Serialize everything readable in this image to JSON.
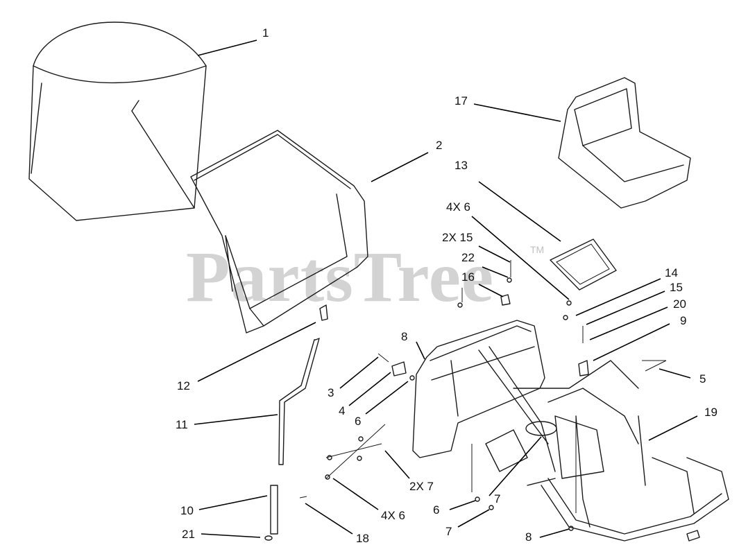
{
  "watermark": {
    "text": "PartsTree",
    "tm": "TM"
  },
  "callouts": [
    {
      "id": "c1",
      "text": "1"
    },
    {
      "id": "c2",
      "text": "2"
    },
    {
      "id": "c17",
      "text": "17"
    },
    {
      "id": "c13",
      "text": "13"
    },
    {
      "id": "c4x6a",
      "text": "4X 6"
    },
    {
      "id": "c2x15",
      "text": "2X 15"
    },
    {
      "id": "c22",
      "text": "22"
    },
    {
      "id": "c16",
      "text": "16"
    },
    {
      "id": "c14",
      "text": "14"
    },
    {
      "id": "c15",
      "text": "15"
    },
    {
      "id": "c20",
      "text": "20"
    },
    {
      "id": "c9",
      "text": "9"
    },
    {
      "id": "c8a",
      "text": "8"
    },
    {
      "id": "c3",
      "text": "3"
    },
    {
      "id": "c4",
      "text": "4"
    },
    {
      "id": "c6a",
      "text": "6"
    },
    {
      "id": "c5",
      "text": "5"
    },
    {
      "id": "c19",
      "text": "19"
    },
    {
      "id": "c12",
      "text": "12"
    },
    {
      "id": "c11",
      "text": "11"
    },
    {
      "id": "c2x7",
      "text": "2X 7"
    },
    {
      "id": "c10",
      "text": "10"
    },
    {
      "id": "c4x6b",
      "text": "4X 6"
    },
    {
      "id": "c6b",
      "text": "6"
    },
    {
      "id": "c7a",
      "text": "7"
    },
    {
      "id": "c7b",
      "text": "7"
    },
    {
      "id": "c21",
      "text": "21"
    },
    {
      "id": "c18",
      "text": "18"
    },
    {
      "id": "c8b",
      "text": "8"
    }
  ]
}
